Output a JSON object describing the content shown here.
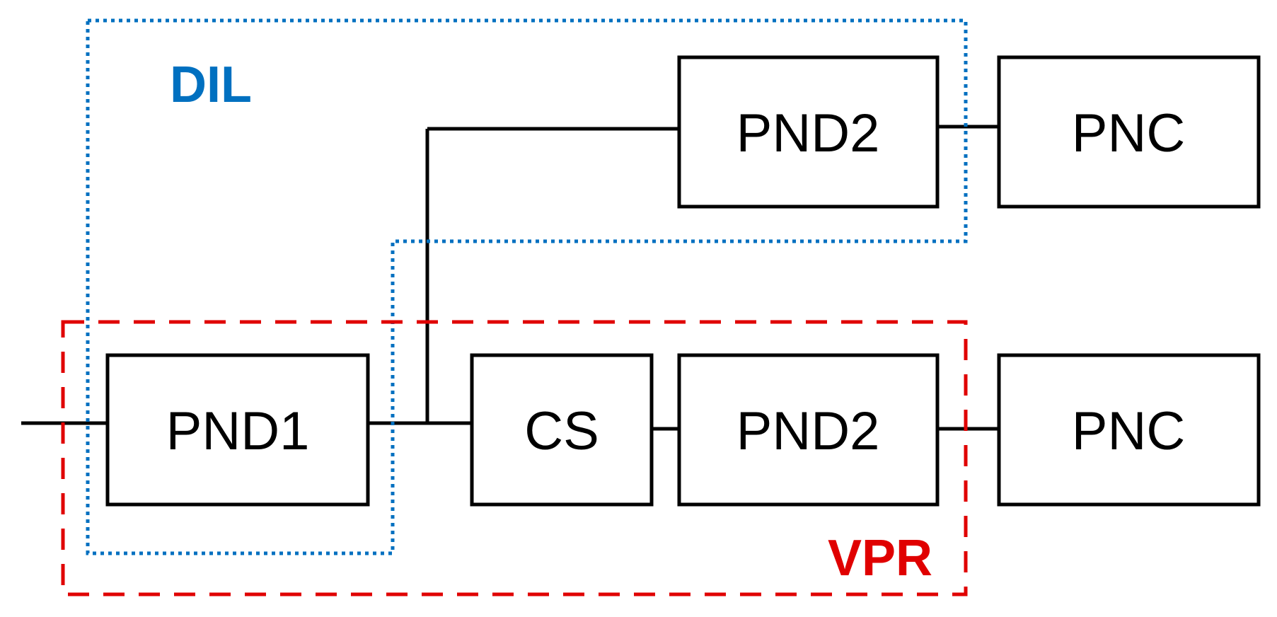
{
  "groups": {
    "dil": {
      "label": "DIL",
      "color": "#0070C0",
      "line_style": "dotted"
    },
    "vpr": {
      "label": "VPR",
      "color": "#E00000",
      "line_style": "dashed"
    }
  },
  "blocks": {
    "pnd1": "PND1",
    "cs": "CS",
    "pnd2_top": "PND2",
    "pnc_top": "PNC",
    "pnd2_bottom": "PND2",
    "pnc_bottom": "PNC"
  },
  "connections": [
    [
      "input",
      "PND1"
    ],
    [
      "PND1",
      "CS"
    ],
    [
      "PND1",
      "PND2 (top)"
    ],
    [
      "CS",
      "PND2 (bottom)"
    ],
    [
      "PND2 (top)",
      "PNC (top)"
    ],
    [
      "PND2 (bottom)",
      "PNC (bottom)"
    ]
  ]
}
